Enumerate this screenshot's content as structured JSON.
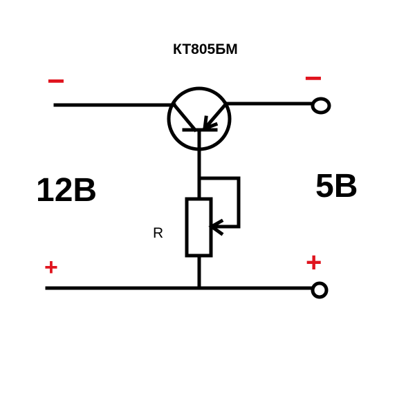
{
  "transistor_label": "КТ805БМ",
  "input_voltage": "12В",
  "output_voltage": "5В",
  "resistor_label": "R",
  "polarity": {
    "input_top": "−",
    "output_top": "−",
    "input_bottom": "+",
    "output_bottom": "+"
  },
  "colors": {
    "wire": "#000000",
    "polarity": "#e0141e"
  }
}
